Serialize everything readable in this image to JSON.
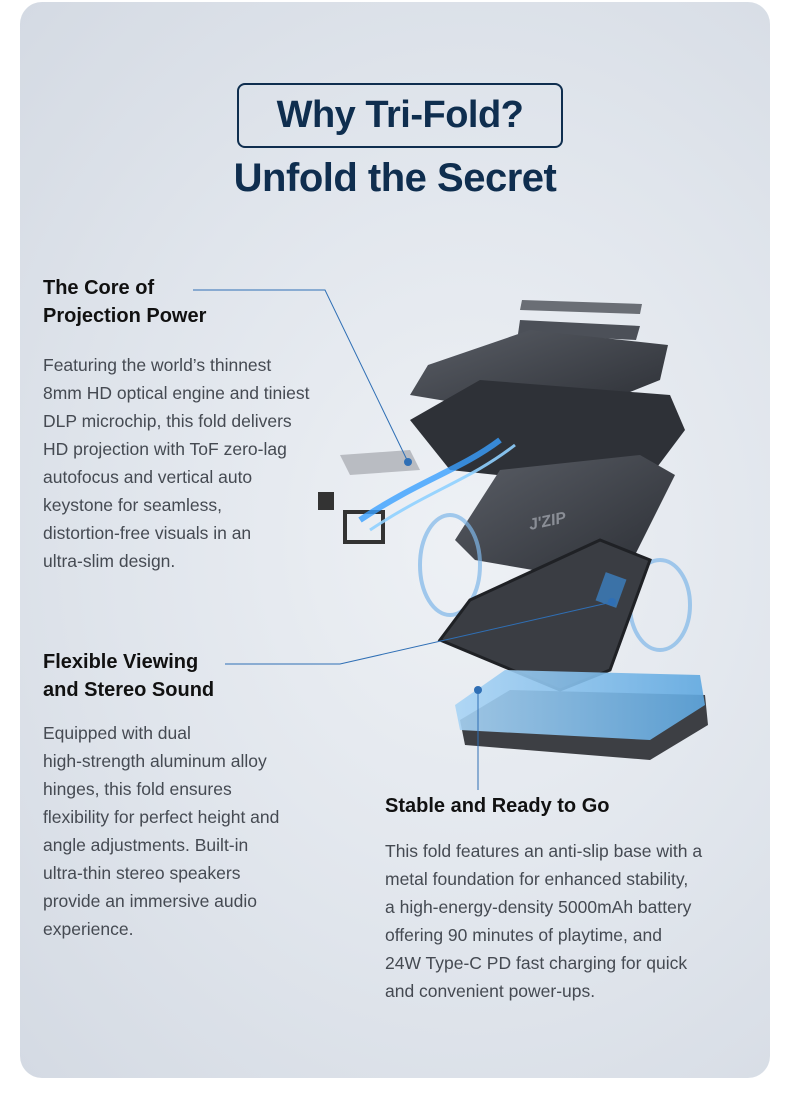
{
  "header": {
    "title": "Why Tri-Fold?",
    "subtitle": "Unfold the Secret"
  },
  "product": {
    "brand_mark": "J'ZIP"
  },
  "sections": [
    {
      "heading": [
        "The Core of",
        "Projection Power"
      ],
      "body": [
        "Featuring the world’s thinnest",
        "8mm HD optical engine and tiniest",
        "DLP microchip, this fold delivers",
        "HD projection with ToF zero-lag",
        "autofocus and vertical auto",
        "keystone for seamless,",
        "distortion-free visuals in an",
        "ultra-slim design."
      ]
    },
    {
      "heading": [
        "Flexible Viewing",
        "and Stereo Sound"
      ],
      "body": [
        "Equipped with dual",
        "high-strength aluminum alloy",
        "hinges, this fold ensures",
        "flexibility for perfect height and",
        "angle adjustments. Built-in",
        "ultra-thin stereo speakers",
        "provide an immersive audio",
        "experience."
      ]
    },
    {
      "heading": [
        "Stable and Ready to Go"
      ],
      "body": [
        "This fold features an anti-slip base with a",
        "metal foundation for enhanced stability,",
        "a high-energy-density 5000mAh battery",
        "offering 90 minutes of playtime, and",
        "24W Type-C PD fast charging for quick",
        "and convenient power-ups."
      ]
    }
  ],
  "colors": {
    "navy": "#0f2e4f",
    "accent": "#2f6fb5",
    "glow": "#3aa0ff"
  }
}
